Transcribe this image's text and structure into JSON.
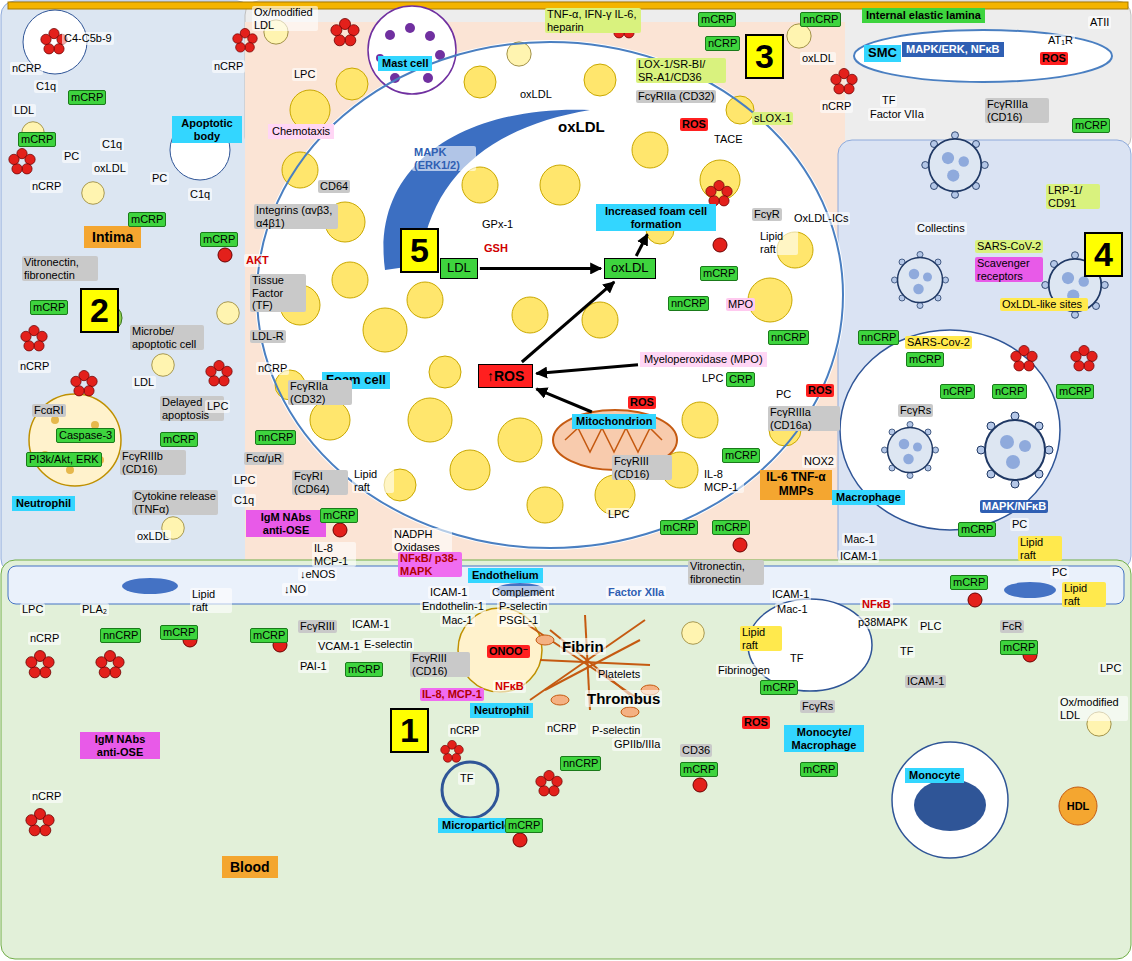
{
  "diagram": {
    "nodes": [
      {
        "text": [
          "Internal elastic lamina"
        ]
      },
      {
        "text": [
          "Intima"
        ]
      },
      {
        "text": [
          "Blood"
        ]
      },
      {
        "text": [
          "Foam cell"
        ]
      },
      {
        "text": [
          "LDL"
        ],
        "in": 3
      },
      {
        "text": [
          "oxLDL"
        ],
        "in": 3
      },
      {
        "text": [
          "↑ROS"
        ],
        "in": 3
      },
      {
        "text": [
          "Increased foam cell formation"
        ],
        "in": 3
      },
      {
        "text": [
          "Mitochondrion"
        ],
        "in": 3
      },
      {
        "text": [
          "5"
        ],
        "in": 3
      },
      {
        "text": [
          "Mast cell"
        ]
      },
      {
        "text": [
          "SMC",
          "MAPK/ERK, NFκB"
        ]
      },
      {
        "text": [
          "3"
        ]
      },
      {
        "text": [
          "Chemotaxis"
        ]
      },
      {
        "text": [
          "Myeloperoxidase (MPO)"
        ],
        "in": 3
      },
      {
        "text": [
          "Endothelium"
        ]
      },
      {
        "text": [
          "Neutrophil"
        ]
      },
      {
        "text": [
          "Neutrophil"
        ]
      },
      {
        "text": [
          "Macrophage"
        ]
      },
      {
        "text": [
          "Monocyte/ Macrophage"
        ]
      },
      {
        "text": [
          "Monocyte"
        ]
      },
      {
        "text": [
          "Microparticle"
        ]
      },
      {
        "text": [
          "IL-6 TNF-α MMPs"
        ]
      },
      {
        "text": [
          "HDL"
        ]
      },
      {
        "text": [
          "IgM NAbs anti-OSE"
        ]
      },
      {
        "text": [
          "IgM NAbs anti-OSE"
        ]
      },
      {
        "text": [
          "1"
        ]
      },
      {
        "text": [
          "2"
        ]
      },
      {
        "text": [
          "4"
        ]
      },
      {
        "text": [
          "Apoptotic body"
        ]
      }
    ],
    "edges": [
      {
        "from": 4,
        "to": 5,
        "arrow": "to"
      },
      {
        "from": 6,
        "to": 5,
        "arrow": "to"
      },
      {
        "from": 8,
        "to": 6,
        "arrow": "to"
      },
      {
        "from": 5,
        "to": 7,
        "arrow": "to"
      },
      {
        "from": 14,
        "to": 6,
        "arrow": "to"
      }
    ],
    "labels": [
      "Ox/modified LDL",
      "nCRP",
      "LPC",
      "TNF-α, IFN-γ IL-6, heparin",
      "mCRP",
      "nnCRP",
      "nCRP",
      "ATII",
      "AT₁R",
      "ROS",
      "TF",
      "Factor VIIa",
      "FcγRIIIa (CD16)",
      "mCRP",
      "oxLDL",
      "LOX-1/SR-BI/ SR-A1/CD36",
      "FcγRIIa (CD32)",
      "oxLDL",
      "oxLDL",
      "ROS",
      "TACE",
      "sLOX-1",
      "nCRP",
      "nCRP",
      "C4-C5b-9",
      "C1q",
      "mCRP",
      "LDL",
      "mCRP",
      "C1q",
      "PC",
      "nCRP",
      "oxLDL",
      "PC",
      "mCRP",
      "Vitronectin, fibronectin",
      "mCRP",
      "Microbe/ apoptotic cell",
      "nCRP",
      "LDL",
      "FcαRI",
      "Delayed apoptosis",
      "Caspase-3",
      "mCRP",
      "PI3k/Akt, ERK",
      "FcγRIIIb (CD16)",
      "Cytokine release (TNFα)",
      "oxLDL",
      "CD64",
      "C1q",
      "mCRP",
      "Integrins (αvβ3, α4β1)",
      "AKT",
      "Tissue Factor (TF)",
      "LDL-R",
      "nCRP",
      "FcγRIIa (CD32)",
      "LPC",
      "nnCRP",
      "Fcα/μR",
      "LPC",
      "FcγRI (CD64)",
      "C1q",
      "MAPK (ERK1/2)",
      "GPx-1",
      "GSH",
      "ROS",
      "Lipid raft",
      "NADPH Oxidases",
      "mCRP",
      "MPO",
      "nnCRP",
      "mCRP",
      "FcγR",
      "OxLDL-ICs",
      "Lipid raft",
      "LPC",
      "CRP",
      "nnCRP",
      "PC",
      "FcγRIIIa (CD16a)",
      "mCRP",
      "IL-8 MCP-1",
      "ROS",
      "NOX2",
      "FcγRIII (CD16)",
      "LPC",
      "mCRP",
      "mCRP",
      "Mac-1",
      "ICAM-1",
      "Collectins",
      "LRP-1/ CD91",
      "SARS-CoV-2",
      "Scavenger receptors",
      "OxLDL-like sites",
      "SARS-Cov-2",
      "mCRP",
      "nnCRP",
      "nCRP",
      "nCRP",
      "mCRP",
      "FcγRs",
      "MAPK/NFκB",
      "mCRP",
      "PC",
      "Lipid raft",
      "LPC",
      "PLA₂",
      "Lipid raft",
      "IL-8 MCP-1",
      "NFκB/ p38-MAPK",
      "↓eNOS",
      "↓NO",
      "FcγRIII",
      "ICAM-1",
      "VCAM-1",
      "E-selectin",
      "PAI-1",
      "mCRP",
      "ICAM-1",
      "Endothelin-1",
      "Mac-1",
      "Complement",
      "P-selectin",
      "PSGL-1",
      "ONOO⁻",
      "FcγRIII (CD16)",
      "NFκB",
      "IL-8, MCP-1",
      "Factor XIIa",
      "Fibrin",
      "Platelets",
      "Thrombus",
      "P-selectin",
      "GPIIb/IIIa",
      "CD36",
      "mCRP",
      "nnCRP",
      "nCRP",
      "nCRP",
      "TF",
      "mCRP",
      "nCRP",
      "nCRP",
      "nnCRP",
      "mCRP",
      "mCRP",
      "Vitronectin, fibronectin",
      "ICAM-1",
      "Mac-1",
      "Lipid raft",
      "Fibrinogen",
      "TF",
      "mCRP",
      "ROS",
      "FcγRs",
      "mCRP",
      "NFκB",
      "p38MAPK",
      "PLC",
      "TF",
      "FcR",
      "mCRP",
      "ICAM-1",
      "mCRP",
      "PC",
      "Lipid raft",
      "LPC",
      "Ox/modified LDL"
    ]
  }
}
